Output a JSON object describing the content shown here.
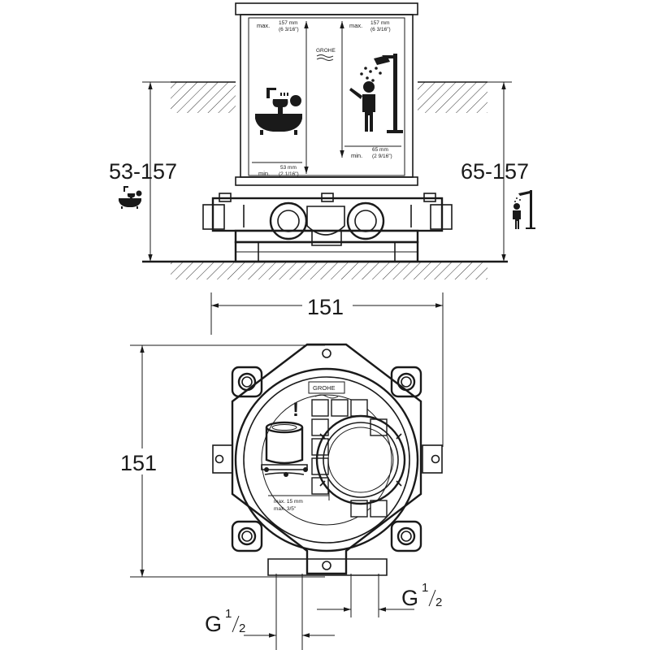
{
  "side_view": {
    "height_range_left": "53-157",
    "height_range_right": "65-157",
    "label_bath_max": "max.",
    "label_bath_max_value": "157 mm",
    "label_bath_max_inch": "(6 3/16\")",
    "label_shower_max": "max.",
    "label_shower_max_value": "157 mm",
    "label_shower_max_inch": "(6 3/16\")",
    "label_bath_min": "min.",
    "label_bath_min_value": "53 mm",
    "label_bath_min_inch": "(2 1/16\")",
    "label_shower_min": "min.",
    "label_shower_min_value": "65 mm",
    "label_shower_min_inch": "(2 9/16\")",
    "brand": "GROHE"
  },
  "front_view": {
    "width_label": "151",
    "height_label": "151",
    "brand": "GROHE",
    "max_depth_1": "max. 15 mm",
    "max_depth_2": "max. 3/5\"",
    "warning_symbol": "!"
  },
  "connections": {
    "left_g": "G",
    "left_frac_num": "1",
    "left_frac_den": "2",
    "right_g": "G",
    "right_frac_num": "1",
    "right_frac_den": "2"
  }
}
